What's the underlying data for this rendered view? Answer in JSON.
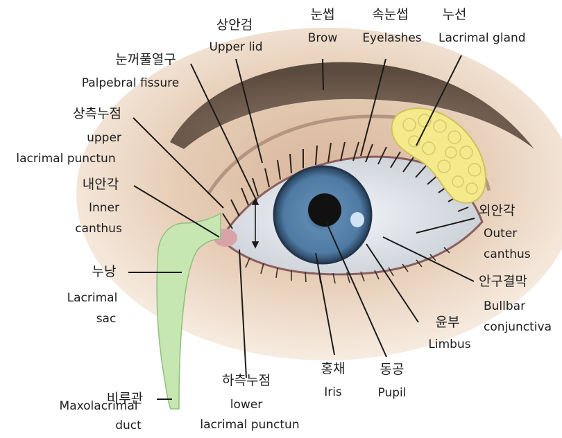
{
  "labels": {
    "upper_lid": {
      "ko": "상안검",
      "en": "Upper lid"
    },
    "brow": {
      "ko": "눈썹",
      "en": "Brow"
    },
    "eyelashes": {
      "ko": "속눈썹",
      "en": "Eyelashes"
    },
    "lacrimal_gland": {
      "ko": "누선",
      "en": "Lacrimal gland"
    },
    "palpebral_fissure": {
      "ko": "눈꺼풀열구",
      "en": "Palpebral fissure"
    },
    "upper_punctum": {
      "ko": "상측누점",
      "en1": "upper",
      "en2": "lacrimal punctun"
    },
    "inner_canthus": {
      "ko": "내안각",
      "en1": "Inner",
      "en2": "canthus"
    },
    "outer_canthus": {
      "ko": "외안각",
      "en1": "Outer",
      "en2": "canthus"
    },
    "lacrimal_sac": {
      "ko": "누낭",
      "en1": "Lacrimal",
      "en2": "sac"
    },
    "bulbar_conjunctiva": {
      "ko": "안구결막",
      "en1": "Bullbar",
      "en2": "conjunctiva"
    },
    "limbus": {
      "ko": "윤부",
      "en": "Limbus"
    },
    "pupil": {
      "ko": "동공",
      "en": "Pupil"
    },
    "iris": {
      "ko": "홍채",
      "en": "Iris"
    },
    "lower_punctum": {
      "ko": "하측누점",
      "en1": "lower",
      "en2": "lacrimal punctun"
    },
    "nasolacrimal_duct": {
      "ko": "비루관",
      "en1": "Maxolacrimal",
      "en2": "duct"
    }
  },
  "colors": {
    "skin": "#e8d2bd",
    "brow": "#6e5a4c",
    "iris": "#5c86ad",
    "pupil": "#111111",
    "sclera": "#e6e9ee",
    "gland": "#f4ea8c",
    "duct": "#c6e6b2",
    "caruncle": "#d9a3a8"
  }
}
